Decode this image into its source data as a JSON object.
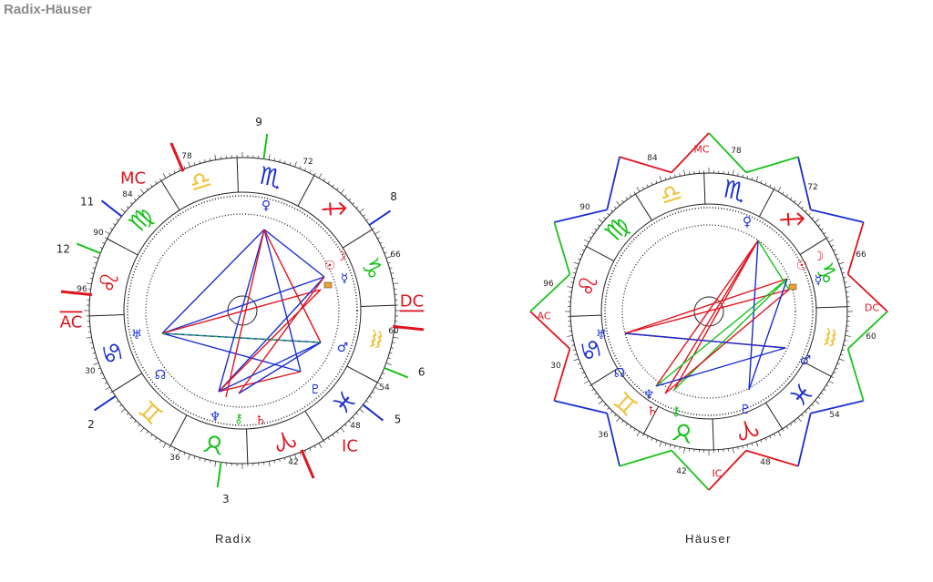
{
  "title": "Radix-Häuser",
  "colors": {
    "red": "#e0141e",
    "blue": "#1a2fd0",
    "green": "#18c21a",
    "yellow": "#f0c23a",
    "gray": "#555555"
  },
  "radix": {
    "caption": "Radix",
    "angles": {
      "AC": "AC",
      "DC": "DC",
      "MC": "MC",
      "IC": "IC"
    },
    "house_numbers": [
      "2",
      "3",
      "5",
      "6",
      "8",
      "9",
      "11",
      "12"
    ],
    "degree_labels": [
      "78",
      "72",
      "84",
      "90",
      "96",
      "30",
      "36",
      "42",
      "48",
      "54",
      "60",
      "66"
    ],
    "signs": [
      {
        "name": "Waage",
        "glyph": "♎",
        "color": "#f0c23a"
      },
      {
        "name": "Skorpion",
        "glyph": "♏",
        "color": "#1a2fd0"
      },
      {
        "name": "Schütze",
        "glyph": "♐",
        "color": "#e0141e"
      },
      {
        "name": "Steinbock",
        "glyph": "♑",
        "color": "#18c21a"
      },
      {
        "name": "Wassermann",
        "glyph": "♒",
        "color": "#f0c23a"
      },
      {
        "name": "Fische",
        "glyph": "♓",
        "color": "#1a2fd0"
      },
      {
        "name": "Widder",
        "glyph": "♈",
        "color": "#e0141e"
      },
      {
        "name": "Stier",
        "glyph": "♉",
        "color": "#18c21a"
      },
      {
        "name": "Zwillinge",
        "glyph": "♊",
        "color": "#f0c23a"
      },
      {
        "name": "Krebs",
        "glyph": "♋",
        "color": "#1a2fd0"
      },
      {
        "name": "Löwe",
        "glyph": "♌",
        "color": "#e0141e"
      },
      {
        "name": "Jungfrau",
        "glyph": "♍",
        "color": "#18c21a"
      }
    ],
    "planets": [
      {
        "name": "Venus",
        "glyph": "♀",
        "color": "#1a2fd0"
      },
      {
        "name": "Mond",
        "glyph": "☽",
        "color": "#e0141e"
      },
      {
        "name": "Sonne",
        "glyph": "☉",
        "color": "#e0141e"
      },
      {
        "name": "Merkur",
        "glyph": "☿",
        "color": "#1a2fd0"
      },
      {
        "name": "Mars",
        "glyph": "♂",
        "color": "#1a2fd0"
      },
      {
        "name": "Pluto",
        "glyph": "♇",
        "color": "#1a2fd0"
      },
      {
        "name": "Chiron",
        "glyph": "⚷",
        "color": "#18c21a"
      },
      {
        "name": "Saturn",
        "glyph": "♄",
        "color": "#e0141e"
      },
      {
        "name": "Neptun",
        "glyph": "♆",
        "color": "#1a2fd0"
      },
      {
        "name": "Uranus",
        "glyph": "♅",
        "color": "#1a2fd0"
      },
      {
        "name": "Mondknoten",
        "glyph": "☊",
        "color": "#1a2fd0"
      }
    ]
  },
  "haeuser": {
    "caption": "Häuser",
    "angles": {
      "AC": "AC",
      "DC": "DC",
      "MC": "MC",
      "IC": "IC"
    },
    "degree_labels": [
      "84",
      "78",
      "72",
      "66",
      "60",
      "54",
      "48",
      "42",
      "36",
      "30",
      "96",
      "90"
    ]
  }
}
